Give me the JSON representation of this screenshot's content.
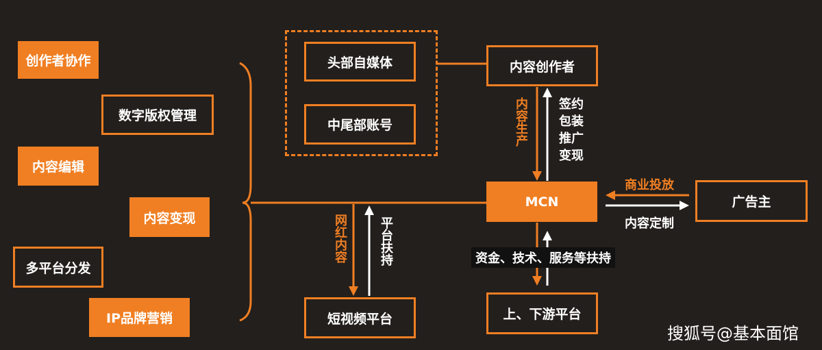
{
  "left_items": [
    {
      "id": "creator-collab",
      "label": "创作者协作",
      "style": "fill"
    },
    {
      "id": "digital-rights",
      "label": "数字版权管理",
      "style": "outline"
    },
    {
      "id": "content-edit",
      "label": "内容编辑",
      "style": "fill"
    },
    {
      "id": "content-monetize",
      "label": "内容变现",
      "style": "fill"
    },
    {
      "id": "multi-platform",
      "label": "多平台分发",
      "style": "outline"
    },
    {
      "id": "ip-brand",
      "label": "IP品牌营销",
      "style": "fill"
    }
  ],
  "media_group": {
    "head": "头部自媒体",
    "mid_tail": "中尾部账号"
  },
  "nodes": {
    "creator": "内容创作者",
    "mcn": "MCN",
    "advertiser": "广告主",
    "short_video": "短视频平台",
    "upstream_downstream": "上、下游平台"
  },
  "edge_labels": {
    "content_production": "内容生产",
    "sign_package": "签约包装推广变现",
    "commercial_ad": "商业投放",
    "custom_content": "内容定制",
    "influencer_content": "网红内容",
    "platform_support": "平台扶持",
    "resource_support": "资金、技术、服务等扶持"
  },
  "watermark": "搜狐号@基本面馆",
  "colors": {
    "accent": "#f07f23",
    "background": "#231f1c",
    "text": "#ffffff"
  }
}
